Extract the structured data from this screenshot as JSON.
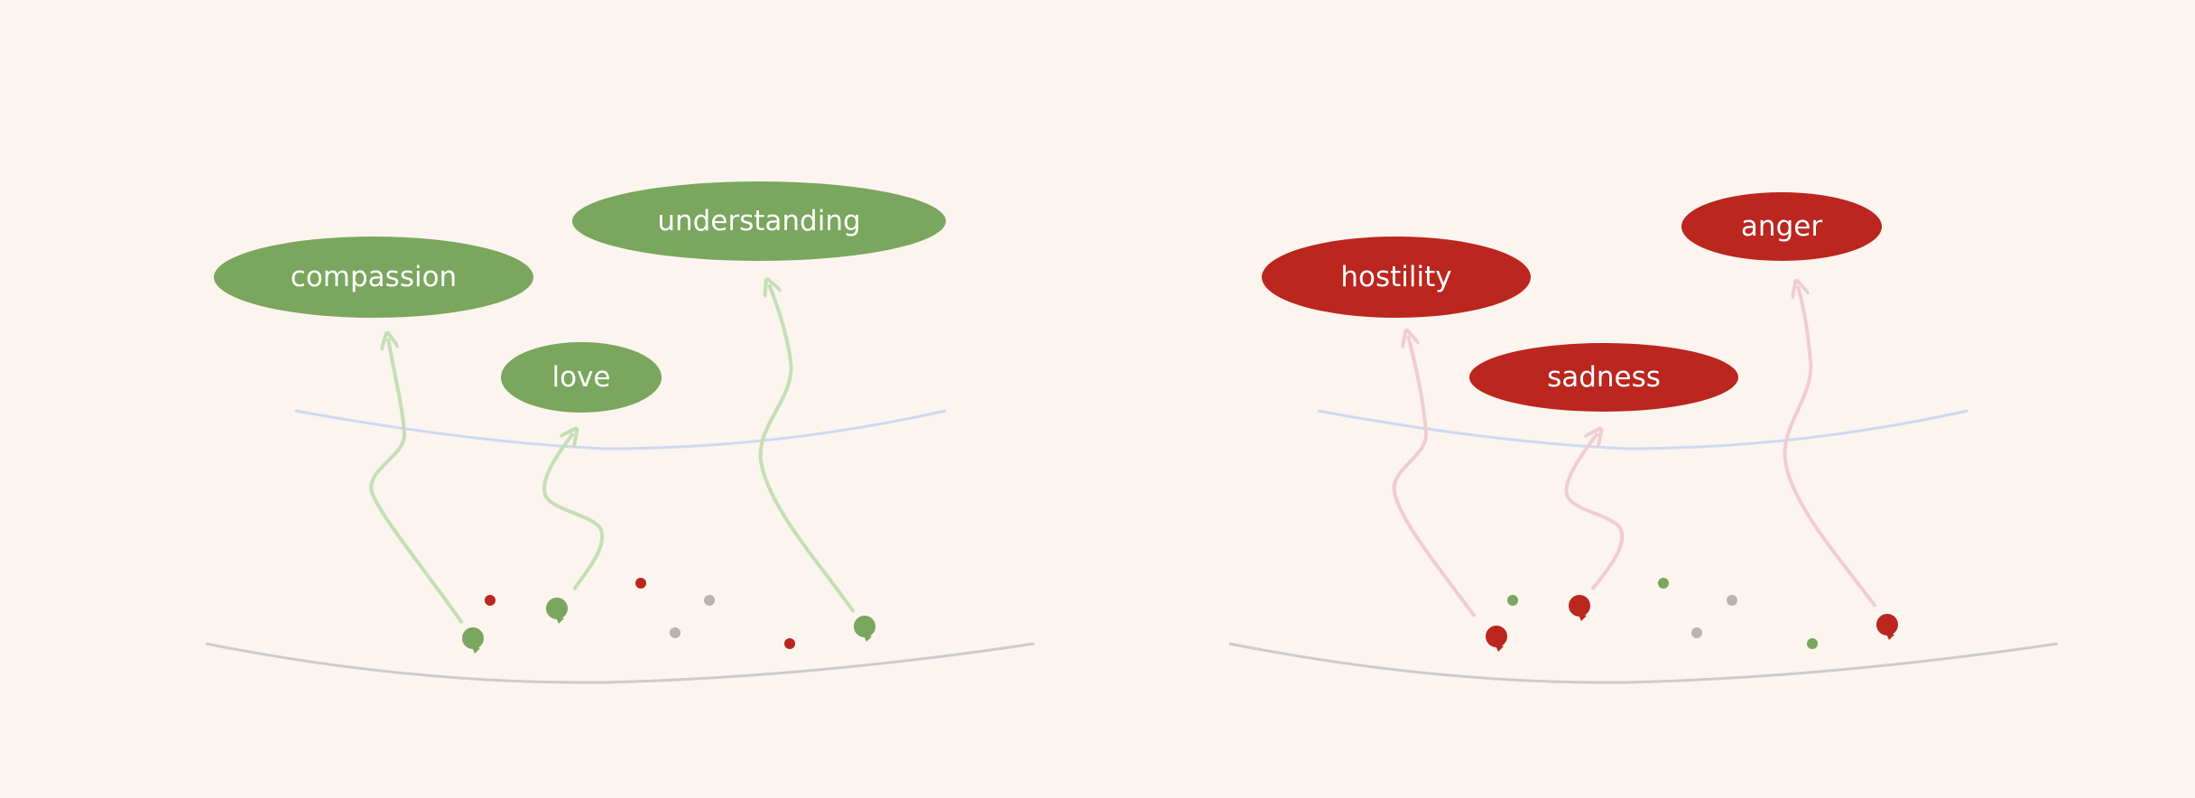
{
  "colors": {
    "background": "#fbf4ef",
    "positive_fill": "#7aa65d",
    "positive_arrow": "#c4dfb4",
    "negative_fill": "#bb261f",
    "negative_arrow": "#f0cdd1",
    "neutral_dot": "#b8b4ae",
    "ground_line": "#cccccc",
    "surface_line": "#cdd9f1"
  },
  "panels": [
    {
      "id": "positive",
      "emotions": [
        "compassion",
        "love",
        "understanding"
      ]
    },
    {
      "id": "negative",
      "emotions": [
        "hostility",
        "sadness",
        "anger"
      ]
    }
  ]
}
